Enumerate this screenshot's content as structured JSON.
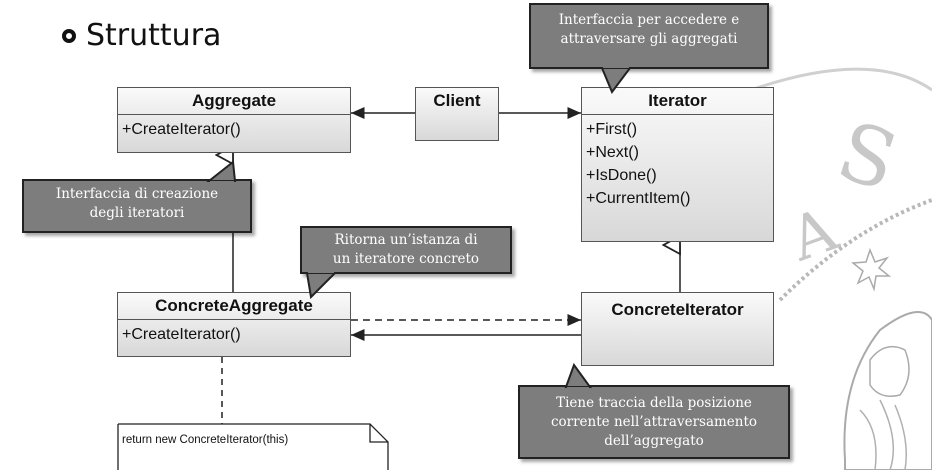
{
  "title": "Struttura",
  "classes": {
    "aggregate": {
      "name": "Aggregate",
      "ops": [
        "+CreateIterator()"
      ]
    },
    "client": {
      "name": "Client"
    },
    "iterator": {
      "name": "Iterator",
      "ops": [
        "+First()",
        "+Next()",
        "+IsDone()",
        "+CurrentItem()"
      ]
    },
    "concrete_aggregate": {
      "name": "ConcreteAggregate",
      "ops": [
        "+CreateIterator()"
      ]
    },
    "concrete_iterator": {
      "name": "ConcreteIterator"
    }
  },
  "callouts": {
    "iterator_interface": [
      "Interfaccia per accedere e",
      "attraversare gli aggregati"
    ],
    "creation_interface": [
      "Interfaccia di creazione",
      "degli iteratori"
    ],
    "returns_instance": [
      "Ritorna un’istanza di",
      "un iteratore concreto"
    ],
    "tracks_position": [
      "Tiene traccia della posizione",
      "corrente nell’attraversamento",
      "dell’aggregato"
    ]
  },
  "note": {
    "text": "return new ConcreteIterator(this)"
  },
  "colors": {
    "callout_bg": "#7d7d7d",
    "box_top": "#fafafa",
    "box_bottom": "#d8d8d8",
    "line": "#222222"
  }
}
